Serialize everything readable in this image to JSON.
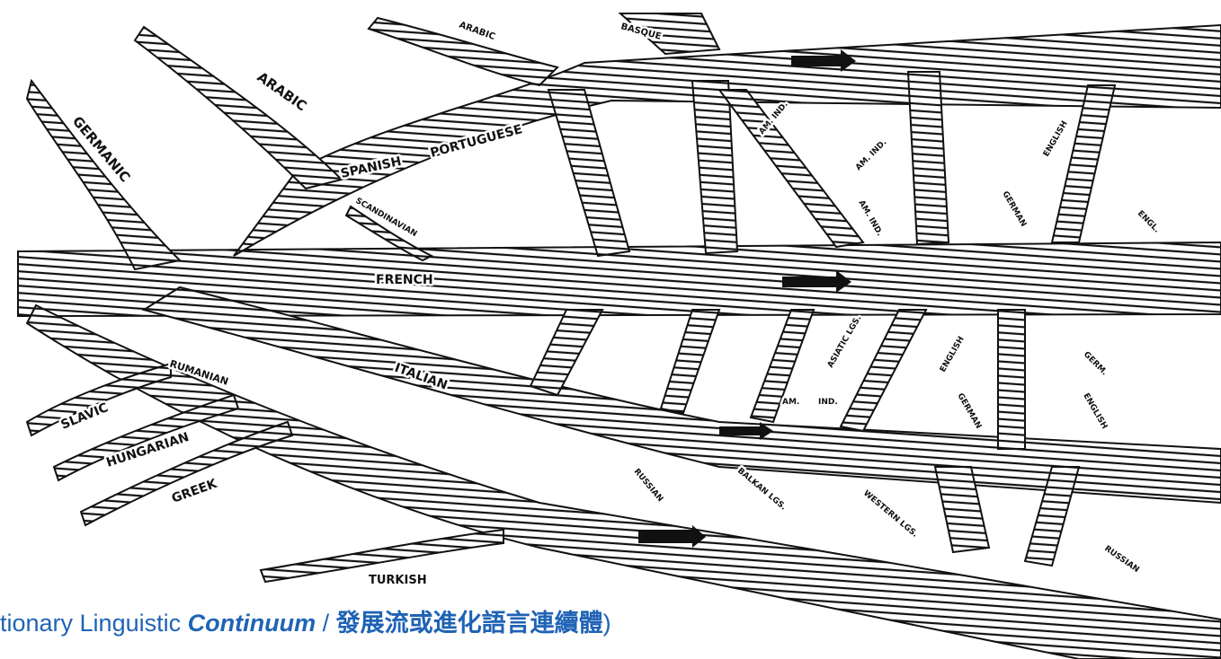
{
  "colors": {
    "ink": "#111111",
    "paper": "#ffffff",
    "caption": "#1f63b5"
  },
  "labels": {
    "arabic_small": "ARABIC",
    "basque": "BASQUE",
    "arabic": "ARABIC",
    "germanic": "GERMANIC",
    "spanish": "SPANISH",
    "portuguese": "PORTUGUESE",
    "scandinavian": "SCANDINAVIAN",
    "french": "FRENCH",
    "italian": "ITALIAN",
    "rumanian": "RUMANIAN",
    "slavic": "SLAVIC",
    "hungarian": "HUNGARIAN",
    "greek": "GREEK",
    "turkish": "TURKISH",
    "russian_1": "RUSSIAN",
    "balkan": "BALKAN LGS.",
    "western": "WESTERN LGS.",
    "russian_2": "RUSSIAN",
    "am_ind_1": "AM. IND.",
    "am_ind_2": "AM. IND.",
    "am_ind_3": "AM. IND.",
    "am_ind_4a": "AM.",
    "am_ind_4b": "IND.",
    "asiatic": "ASIATIC LGS.",
    "german_1": "GERMAN",
    "english_1": "ENGLISH",
    "engl": "ENGL.",
    "english_2": "ENGLISH",
    "german_2": "GERMAN",
    "germ": "GERM.",
    "english_3": "ENGLISH"
  },
  "caption": {
    "prefix": "tionary Linguistic ",
    "emphasis": "Continuum",
    "separator": " / ",
    "chinese": "發展流或進化語言連續體",
    "suffix": ")"
  }
}
